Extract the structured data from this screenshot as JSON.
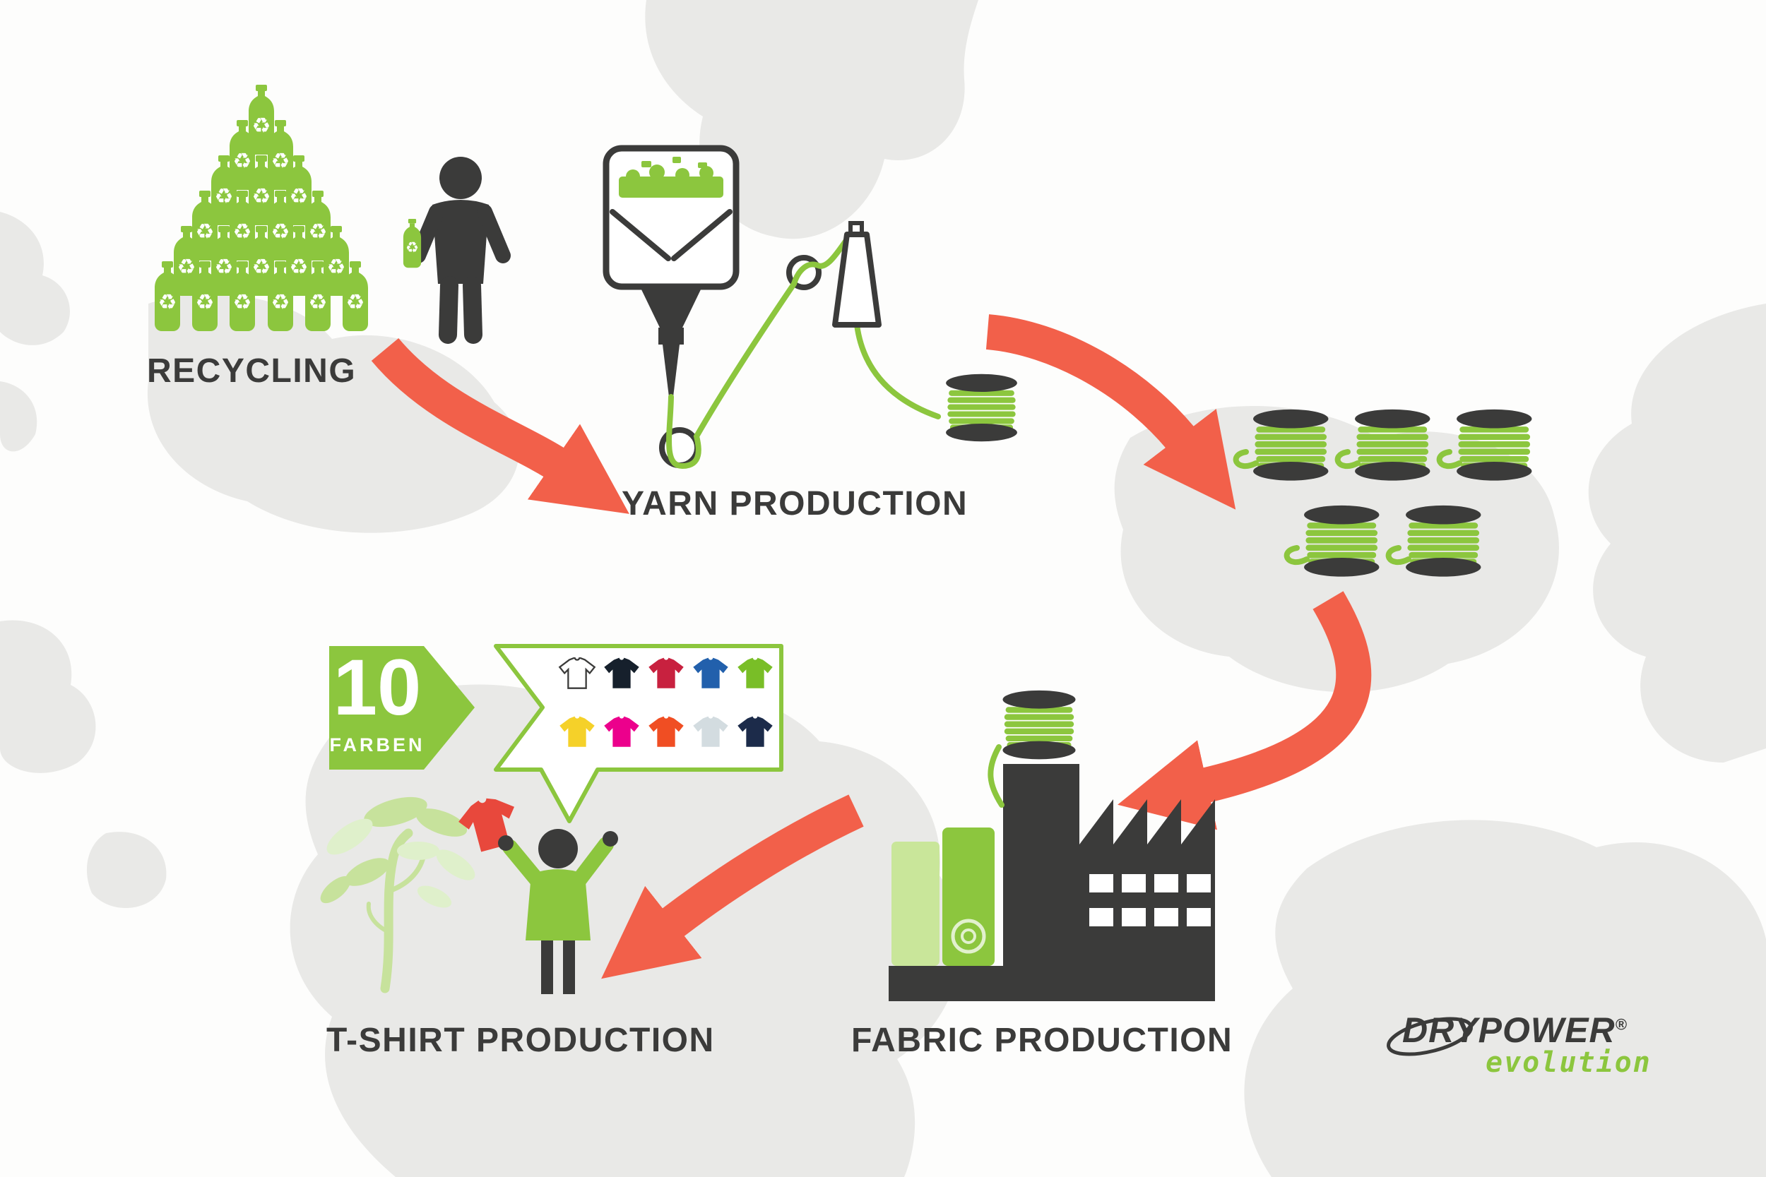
{
  "colors": {
    "green": "#8CC63E",
    "green_light": "#C9E69A",
    "dark": "#3B3B3A",
    "coral": "#F2604A",
    "map": "#E9E9E7",
    "bg": "#FDFDFC",
    "tree": "#C7E29C",
    "tree_light": "#DFF0CB",
    "held_shirt": "#E8483C",
    "white": "#FFFFFF"
  },
  "icons": {
    "recycle": "♻"
  },
  "stages": {
    "recycling": {
      "label": "RECYCLING"
    },
    "yarn": {
      "label": "YARN PRODUCTION"
    },
    "fabric": {
      "label": "FABRIC PRODUCTION"
    },
    "tshirt": {
      "label": "T-SHIRT PRODUCTION"
    }
  },
  "badge": {
    "number": "10",
    "caption": "FARBEN"
  },
  "swatches": {
    "colors": [
      "#FFFFFF",
      "#16202C",
      "#C8213F",
      "#2260AC",
      "#79BE27",
      "#F5D129",
      "#EC008C",
      "#F04E23",
      "#D3DCE0",
      "#1C2B4A"
    ]
  },
  "logo": {
    "brand": "DRYPOWER",
    "reg": "®",
    "sub": "evolution"
  }
}
